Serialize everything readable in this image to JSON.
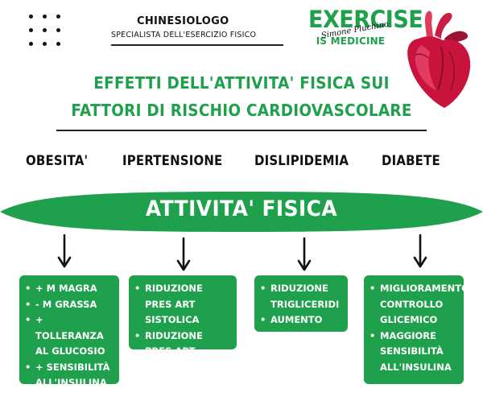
{
  "header": {
    "title": "CHINESIOLOGO",
    "subtitle": "SPECIALISTA DELL'ESERCIZIO FISICO"
  },
  "logo": {
    "word1": "EXERCISE",
    "signature": "Simone Pluchino",
    "word2": "IS MEDICINE",
    "color": "#1ea04c"
  },
  "title": {
    "line1": "EFFETTI DELL'ATTIVITA' FISICA SUI",
    "line2": "FATTORI DI RISCHIO CARDIOVASCOLARE"
  },
  "factors": [
    "OBESITA'",
    "IPERTENSIONE",
    "DISLIPIDEMIA",
    "DIABETE"
  ],
  "band": {
    "label": "ATTIVITA' FISICA",
    "color": "#1ea04c"
  },
  "effects": [
    [
      "+ M MAGRA",
      "- M GRASSA",
      "+ TOLLERANZA AL GLUCOSIO",
      "+ SENSIBILITÀ ALL'INSULINA"
    ],
    [
      "RIDUZIONE PRES ART SISTOLICA",
      "RIDUZIONE PRES ART DIASTOLICA"
    ],
    [
      "RIDUZIONE TRIGLICERIDI",
      "AUMENTO HDL"
    ],
    [
      "MIGLIORAMENTO CONTROLLO GLICEMICO",
      "MAGGIORE SENSIBILITÀ ALL'INSULINA"
    ]
  ],
  "icons": {
    "decor": "dot-grid-icon",
    "heart": "heart-illustration",
    "arrow": "arrow-down-icon"
  }
}
